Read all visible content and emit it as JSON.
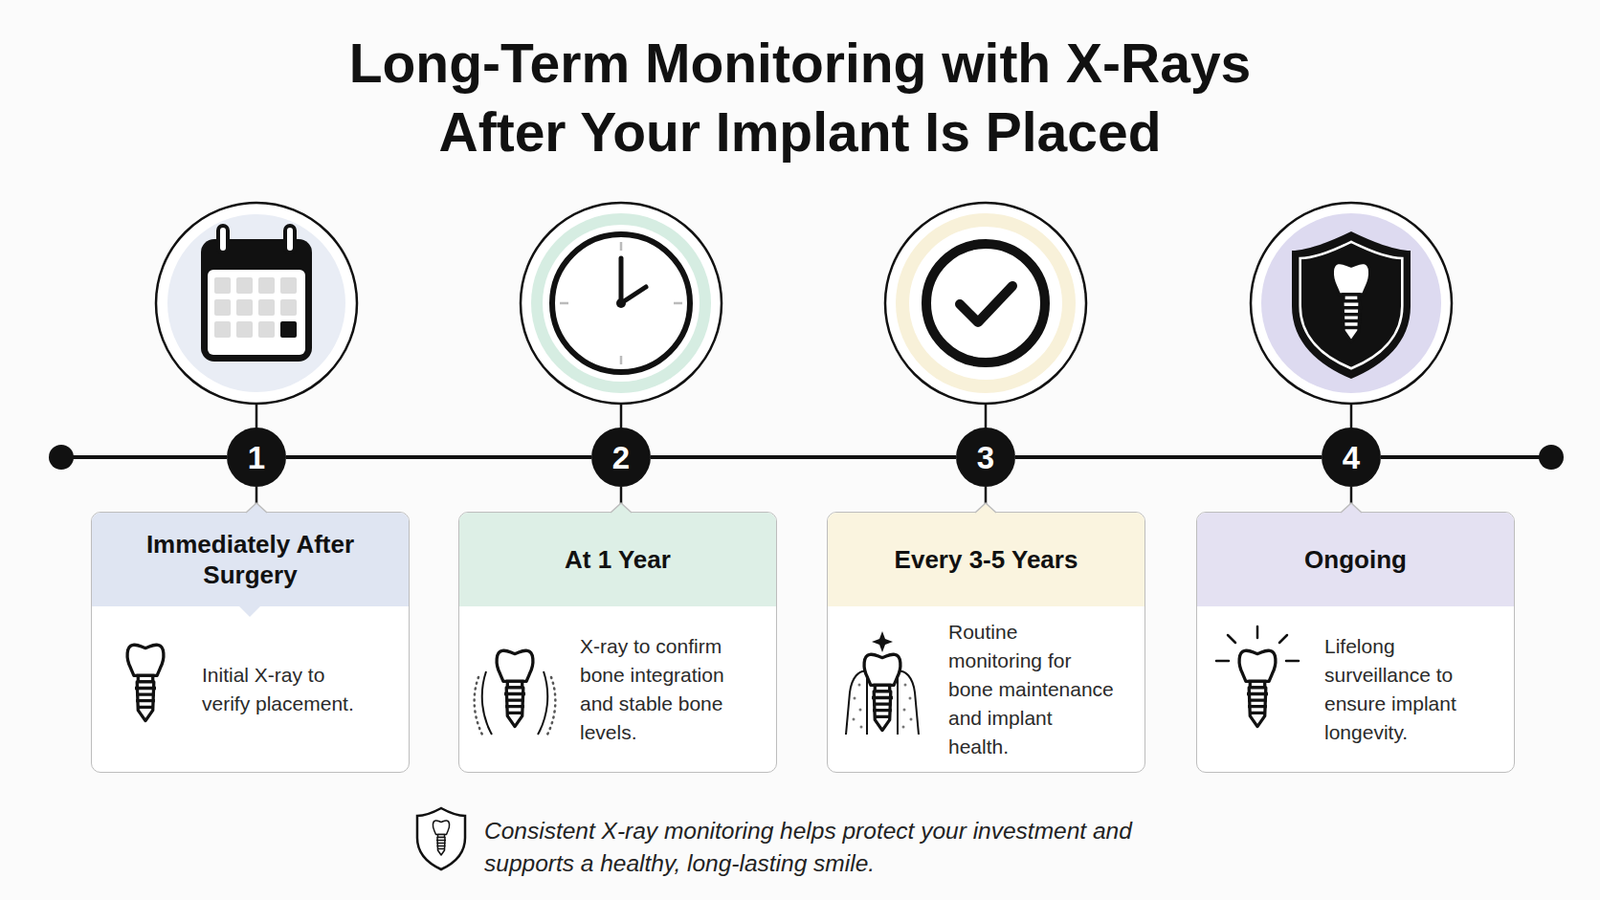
{
  "diagram": {
    "title": "Long-Term Monitoring with X-Rays After Your Implant Is Placed",
    "caption": "Consistent X-ray monitoring helps protect your investment and supports a healthy, long-lasting smile.",
    "nodes": [
      {
        "text": [
          "1"
        ]
      },
      {
        "text": [
          "Immediately After Surgery",
          "Initial X-ray to verify placement."
        ]
      },
      {
        "text": [
          "2"
        ]
      },
      {
        "text": [
          "At 1 Year",
          "X-ray to confirm bone integration and stable bone levels."
        ]
      },
      {
        "text": [
          "3"
        ]
      },
      {
        "text": [
          "Every 3-5 Years",
          "Routine monitoring for bone maintenance and implant health."
        ]
      },
      {
        "text": [
          "4"
        ]
      },
      {
        "text": [
          "Ongoing",
          "Lifelong surveillance to ensure implant longevity."
        ]
      }
    ],
    "edges": [
      {
        "from": 0,
        "to": 1,
        "arrow": "none"
      },
      {
        "from": 0,
        "to": 2,
        "arrow": "none"
      },
      {
        "from": 2,
        "to": 3,
        "arrow": "none"
      },
      {
        "from": 2,
        "to": 4,
        "arrow": "none"
      },
      {
        "from": 4,
        "to": 5,
        "arrow": "none"
      },
      {
        "from": 4,
        "to": 6,
        "arrow": "none"
      },
      {
        "from": 6,
        "to": 7,
        "arrow": "none"
      }
    ]
  }
}
